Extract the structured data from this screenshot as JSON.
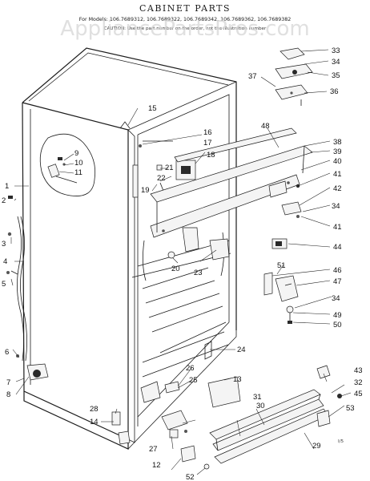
{
  "title": "CABINET PARTS",
  "models_line": "For Models: 106.7689312, 106.7689322, 106.7689342, 106.7689362, 106.7689382",
  "caution_line": "CAUTION: Use the part number on the order, not the illustration number",
  "watermark": "AppliancePartsPros.com",
  "corner_code": "I/5",
  "callouts": [
    {
      "id": "c1",
      "text": "1"
    },
    {
      "id": "c2",
      "text": "2"
    },
    {
      "id": "c3",
      "text": "3"
    },
    {
      "id": "c4",
      "text": "4"
    },
    {
      "id": "c5",
      "text": "5"
    },
    {
      "id": "c6",
      "text": "6"
    },
    {
      "id": "c7",
      "text": "7"
    },
    {
      "id": "c8",
      "text": "8"
    },
    {
      "id": "c9",
      "text": "9"
    },
    {
      "id": "c10",
      "text": "10"
    },
    {
      "id": "c11",
      "text": "11"
    },
    {
      "id": "c12",
      "text": "12"
    },
    {
      "id": "c13",
      "text": "13"
    },
    {
      "id": "c14",
      "text": "14"
    },
    {
      "id": "c15",
      "text": "15"
    },
    {
      "id": "c16",
      "text": "16"
    },
    {
      "id": "c17",
      "text": "17"
    },
    {
      "id": "c18",
      "text": "18"
    },
    {
      "id": "c19",
      "text": "19"
    },
    {
      "id": "c20",
      "text": "20"
    },
    {
      "id": "c21",
      "text": "21"
    },
    {
      "id": "c22",
      "text": "22"
    },
    {
      "id": "c23",
      "text": "23"
    },
    {
      "id": "c24",
      "text": "24"
    },
    {
      "id": "c25",
      "text": "25"
    },
    {
      "id": "c26",
      "text": "26"
    },
    {
      "id": "c27",
      "text": "27"
    },
    {
      "id": "c28",
      "text": "28"
    },
    {
      "id": "c29",
      "text": "29"
    },
    {
      "id": "c30",
      "text": "30"
    },
    {
      "id": "c31",
      "text": "31"
    },
    {
      "id": "c32",
      "text": "32"
    },
    {
      "id": "c33",
      "text": "33"
    },
    {
      "id": "c34a",
      "text": "34"
    },
    {
      "id": "c34b",
      "text": "34"
    },
    {
      "id": "c34c",
      "text": "34"
    },
    {
      "id": "c35",
      "text": "35"
    },
    {
      "id": "c36",
      "text": "36"
    },
    {
      "id": "c37",
      "text": "37"
    },
    {
      "id": "c38",
      "text": "38"
    },
    {
      "id": "c39",
      "text": "39"
    },
    {
      "id": "c40",
      "text": "40"
    },
    {
      "id": "c41a",
      "text": "41"
    },
    {
      "id": "c41b",
      "text": "41"
    },
    {
      "id": "c42",
      "text": "42"
    },
    {
      "id": "c43",
      "text": "43"
    },
    {
      "id": "c44",
      "text": "44"
    },
    {
      "id": "c45",
      "text": "45"
    },
    {
      "id": "c46",
      "text": "46"
    },
    {
      "id": "c47",
      "text": "47"
    },
    {
      "id": "c48",
      "text": "48"
    },
    {
      "id": "c49",
      "text": "49"
    },
    {
      "id": "c50",
      "text": "50"
    },
    {
      "id": "c51",
      "text": "51"
    },
    {
      "id": "c52",
      "text": "52"
    },
    {
      "id": "c53",
      "text": "53"
    }
  ]
}
